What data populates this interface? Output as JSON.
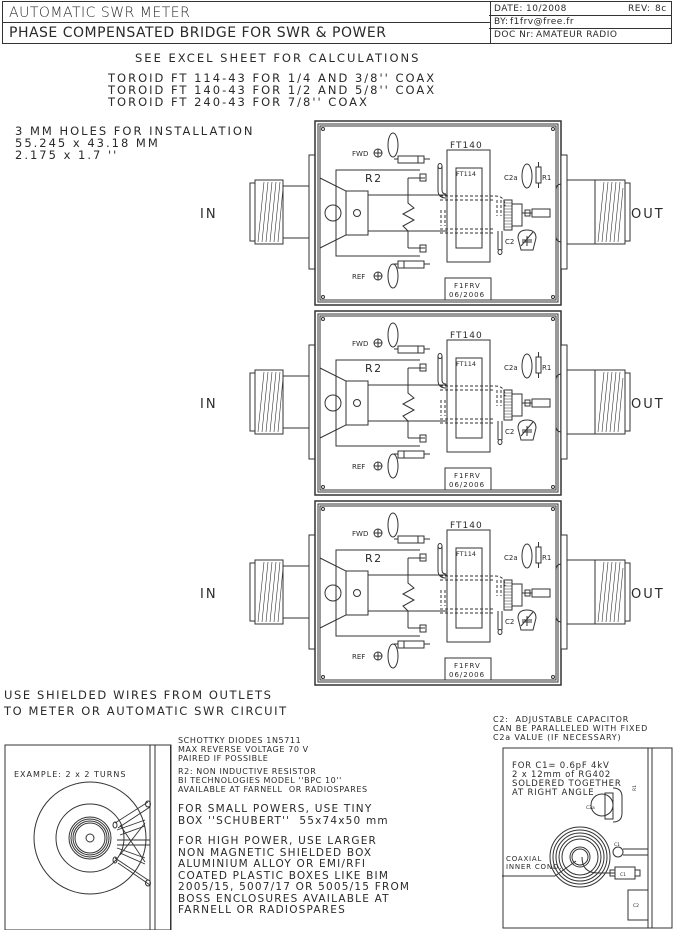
{
  "title_block": {
    "title": "AUTOMATIC SWR METER",
    "subtitle": "PHASE COMPENSATED BRIDGE FOR SWR & POWER",
    "date_label": "DATE:",
    "date": "10/2008",
    "rev_label": "REV:",
    "rev": "8c",
    "by_label": "BY:",
    "by": "f1frv@free.fr",
    "doc_label": "DOC Nr:",
    "doc": "AMATEUR RADIO"
  },
  "notes": {
    "excel": "SEE EXCEL SHEET FOR CALCULATIONS",
    "toroids": [
      "TOROID FT 114-43 FOR 1/4 AND 3/8'' COAX",
      "TOROID FT 140-43 FOR 1/2 AND 5/8'' COAX",
      "TOROID FT 240-43 FOR 7/8'' COAX"
    ],
    "holes": [
      "3 MM HOLES FOR INSTALLATION",
      "55.245 x 43.18 MM",
      "2.175 x 1.7 ''"
    ],
    "shielded": [
      "USE SHIELDED WIRES FROM OUTLETS",
      "TO METER OR AUTOMATIC SWR CIRCUIT"
    ],
    "diodes": [
      "SCHOTTKY DIODES 1N5711",
      "MAX REVERSE VOLTAGE 70 V",
      "PAIRED IF POSSIBLE"
    ],
    "r2": [
      "R2: NON INDUCTIVE RESISTOR",
      "BI TECHNOLOGIES MODEL ''BPC 10''",
      "AVAILABLE AT FARNELL  OR RADIOSPARES"
    ],
    "small_power": [
      "FOR SMALL POWERS, USE TINY",
      "BOX ''SCHUBERT''  55x74x50 mm"
    ],
    "high_power": [
      "FOR HIGH POWER, USE LARGER",
      "NON MAGNETIC SHIELDED BOX",
      "ALUMINIUM ALLOY OR EMI/RFI",
      "COATED PLASTIC BOXES LIKE BIM",
      "2005/15, 5007/17 OR 5005/15 FROM",
      "BOSS ENCLOSURES AVAILABLE AT",
      "FARNELL OR RADIOSPARES"
    ],
    "c2": [
      "C2:  ADJUSTABLE CAPACITOR",
      "CAN BE PARALLELED WITH FIXED",
      "C2a VALUE (IF NECESSARY)"
    ]
  },
  "bridge_views": [
    {
      "in": "IN",
      "out": "OUT",
      "fwd": "FWD",
      "ref": "REF",
      "r2": "R2",
      "ft140": "FT140",
      "ft114": "FT114",
      "c2a": "C2a",
      "r1": "R1",
      "c2": "C2",
      "stamp1": "F1FRV",
      "stamp2": "06/2006"
    },
    {
      "in": "IN",
      "out": "OUT",
      "fwd": "FWD",
      "ref": "REF",
      "r2": "R2",
      "ft140": "FT140",
      "ft114": "FT114",
      "c2a": "C2a",
      "r1": "R1",
      "c2": "C2",
      "stamp1": "F1FRV",
      "stamp2": "06/2006"
    },
    {
      "in": "IN",
      "out": "OUT",
      "fwd": "FWD",
      "ref": "REF",
      "r2": "R2",
      "ft140": "FT140",
      "ft114": "FT114",
      "c2a": "C2a",
      "r1": "R1",
      "c2": "C2",
      "stamp1": "F1FRV",
      "stamp2": "06/2006"
    }
  ],
  "toroid_detail": {
    "label": "EXAMPLE: 2 x 2 TURNS"
  },
  "c1_detail": {
    "lines": [
      "FOR C1= 0.6pF 4kV",
      "2 x 12mm of RG402",
      "SOLDERED TOGETHER",
      "AT RIGHT ANGLE"
    ],
    "coax_label_1": "COAXIAL",
    "coax_label_2": "INNER COND.",
    "c2a": "C2a",
    "c1a": "C1",
    "c1b": "C1",
    "c2": "C2",
    "r1": "R1"
  }
}
